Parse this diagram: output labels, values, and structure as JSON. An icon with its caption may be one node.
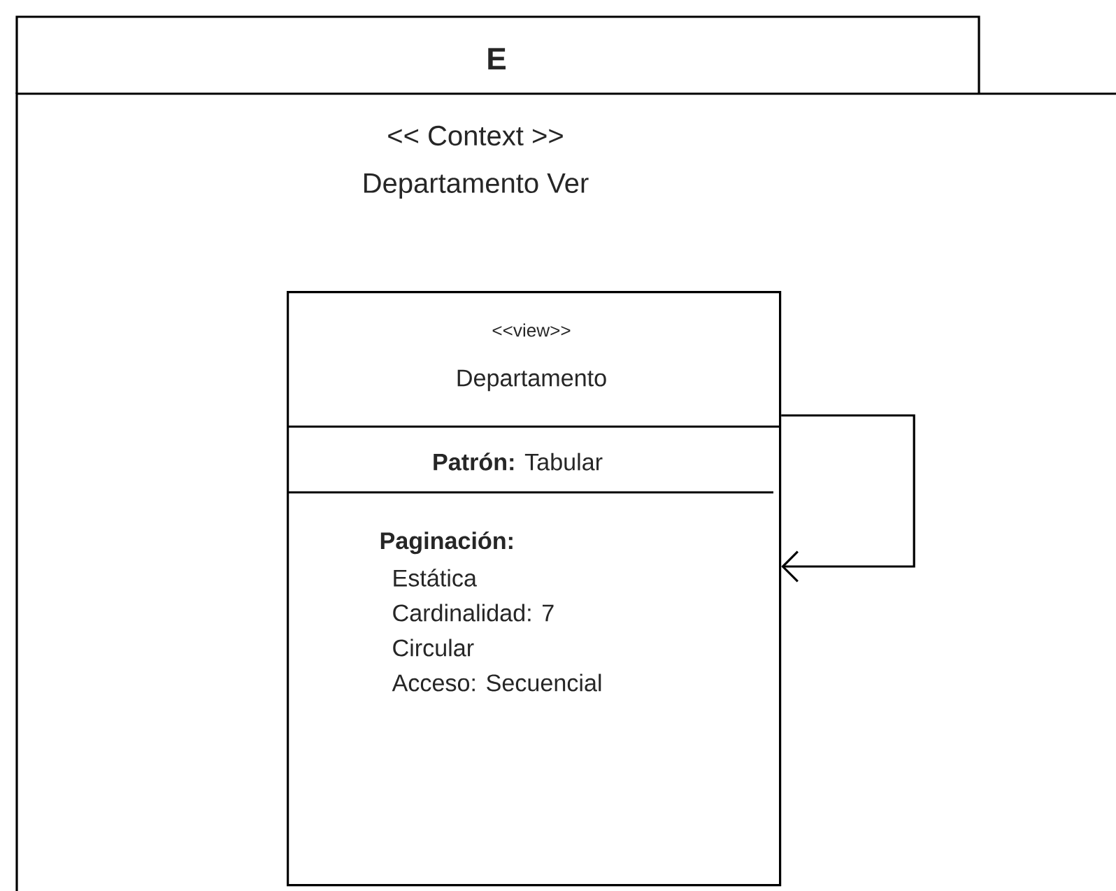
{
  "diagram": {
    "nodes": [
      {
        "text": [
          "E",
          "<< Context >>",
          "Departamento Ver"
        ]
      },
      {
        "text": [
          "<<view>>",
          "Departamento",
          "**Patrón:** Tabular",
          "Paginación:",
          "Estática",
          "Cardinalidad: 7",
          "Circular",
          "Acceso: Secuencial"
        ],
        "in": 0
      }
    ],
    "edges": [
      {
        "from": 1,
        "to": 1,
        "arrow": "to"
      }
    ]
  }
}
